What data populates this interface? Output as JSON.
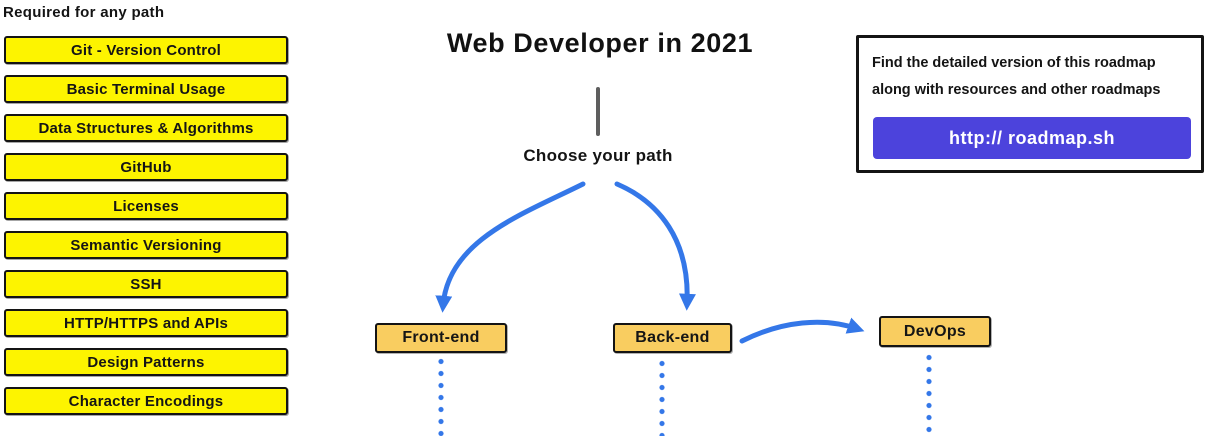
{
  "left_panel": {
    "heading": "Required for any path",
    "items": [
      "Git - Version Control",
      "Basic Terminal Usage",
      "Data Structures & Algorithms",
      "GitHub",
      "Licenses",
      "Semantic Versioning",
      "SSH",
      "HTTP/HTTPS and APIs",
      "Design Patterns",
      "Character Encodings"
    ],
    "box_color": "#fdf400"
  },
  "main": {
    "title": "Web Developer in 2021",
    "subtitle": "Choose your path",
    "paths": [
      {
        "label": "Front-end"
      },
      {
        "label": "Back-end"
      },
      {
        "label": "DevOps"
      }
    ],
    "path_box_color": "#f9cd60",
    "arrow_color": "#3477e8"
  },
  "info_box": {
    "line1": "Find the detailed version of this roadmap",
    "line2": "along with resources and other roadmaps",
    "button_label": "http:// roadmap.sh",
    "button_color": "#4c43dc"
  }
}
